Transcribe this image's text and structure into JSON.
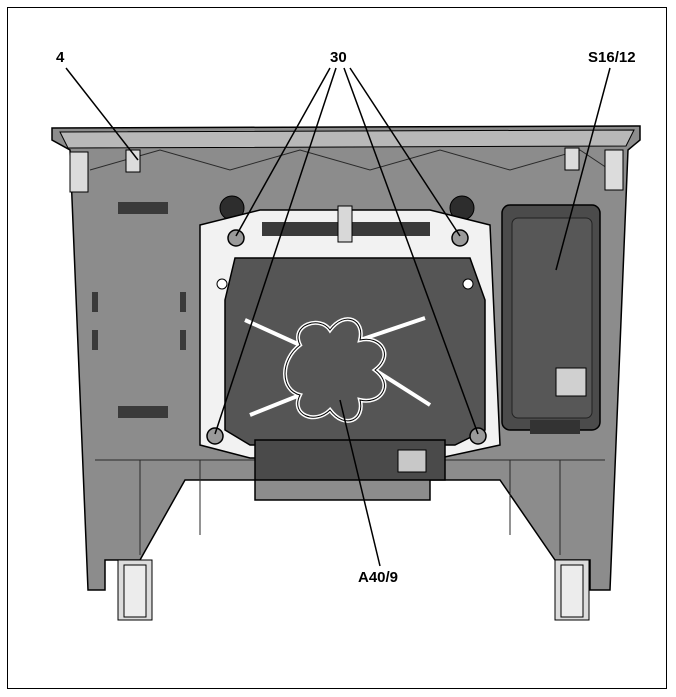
{
  "callouts": {
    "housing": "4",
    "screws": "30",
    "switch": "S16/12",
    "module": "A40/9"
  },
  "colors": {
    "housing_fill": "#8c8c8c",
    "housing_light": "#bdbdbd",
    "module_fill": "#555555",
    "bracket": "#f2f2f2",
    "outline": "#000000"
  }
}
